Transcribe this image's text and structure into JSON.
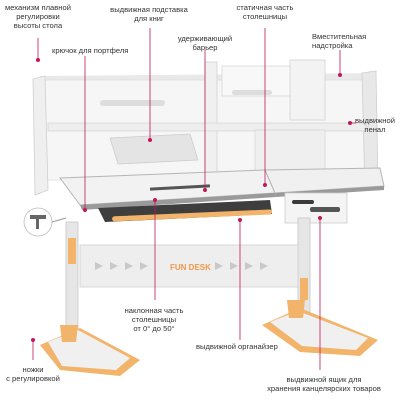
{
  "brand": "FUN DESK",
  "labels": {
    "tilt_mechanism": [
      "механизм плавной",
      "регулировки",
      "высоты стола"
    ],
    "book_stand": [
      "выдвижная подставка",
      "для книг"
    ],
    "static_top": [
      "статичная часть",
      "столешницы"
    ],
    "bag_hook": [
      "крючок для портфеля"
    ],
    "barrier": [
      "удерживающий",
      "барьер"
    ],
    "shelf": [
      "Вместительная",
      "надстройка"
    ],
    "pencil_case": [
      "выдвижной",
      "пенал"
    ],
    "tilting_top": [
      "наклонная часть",
      "столешницы",
      "от 0° до 50°"
    ],
    "organizer": [
      "выдвижной органайзер"
    ],
    "feet": [
      "ножки",
      "с регулировкой"
    ],
    "drawer": [
      "выдвижной ящик для",
      "хранения канцелярских товаров"
    ]
  },
  "colors": {
    "accent": "#c2185b",
    "desk_white": "#f4f4f4",
    "desk_grey": "#8a8a8a",
    "orange": "#f2b46a",
    "dark": "#3a3a3a"
  }
}
